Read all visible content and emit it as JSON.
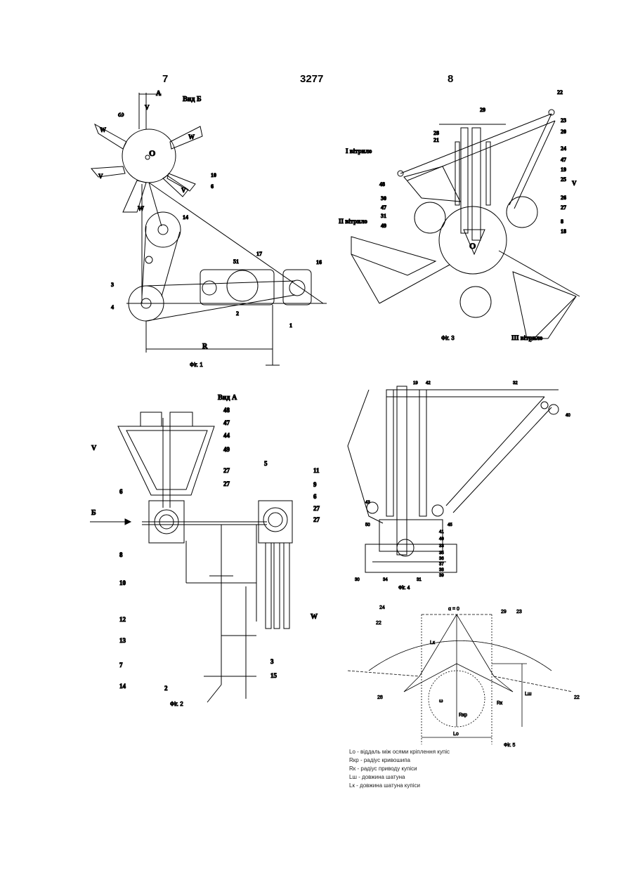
{
  "header": {
    "left_page": "7",
    "doc_number": "3277",
    "right_page": "8"
  },
  "fig1": {
    "caption": "Фіг. 1",
    "title": "Вид Б",
    "arrow_label": "A",
    "center_label": "O",
    "dimension_label": "R",
    "omega": "ω",
    "blade_labels": [
      "W",
      "V",
      "W",
      "V",
      "W",
      "V"
    ],
    "callouts": [
      "10",
      "6",
      "14",
      "17",
      "16",
      "51",
      "3",
      "4",
      "2",
      "1"
    ]
  },
  "fig2": {
    "caption": "Фіг. 2",
    "title": "Вид А",
    "arrow_label": "Б",
    "sail_label_left": "V",
    "sail_label_right": "W",
    "callouts_right": [
      "48",
      "47",
      "44",
      "49",
      "27",
      "27",
      "5",
      "11",
      "9",
      "6",
      "27",
      "27"
    ],
    "callouts_left": [
      "6",
      "8",
      "10",
      "12",
      "13",
      "7",
      "14",
      "3",
      "15",
      "2"
    ]
  },
  "fig3": {
    "caption": "Фіг. 3",
    "center_label": "O",
    "wind_label": "V",
    "sail_labels": [
      "І вітрило",
      "ІІ вітрило",
      "ІІІ вітрило"
    ],
    "callouts": [
      "22",
      "29",
      "23",
      "28",
      "21",
      "20",
      "24",
      "47",
      "48",
      "19",
      "25",
      "30",
      "47",
      "31",
      "26",
      "27",
      "49",
      "8",
      "18"
    ]
  },
  "fig4": {
    "caption": "Фіг. 4",
    "callouts": [
      "19",
      "42",
      "32",
      "40",
      "43",
      "45",
      "50",
      "41",
      "40",
      "33",
      "35",
      "36",
      "37",
      "38",
      "39",
      "34",
      "30",
      "31"
    ]
  },
  "fig5": {
    "caption": "Фіг. 5",
    "top_label": "α = 0",
    "callouts": [
      "24",
      "22",
      "29",
      "23",
      "28",
      "22"
    ],
    "dim_labels": [
      "Lк",
      "Lш",
      "Rкр",
      "Rк",
      "Lo",
      "ω"
    ]
  },
  "legend": [
    "Lo - віддаль між осями кріплення купіс",
    "Rкр - радіус кривошипа",
    "Rк - радіус приводу купіси",
    "Lш - довжина шатуна",
    "Lк - довжина шатуна купіси"
  ]
}
